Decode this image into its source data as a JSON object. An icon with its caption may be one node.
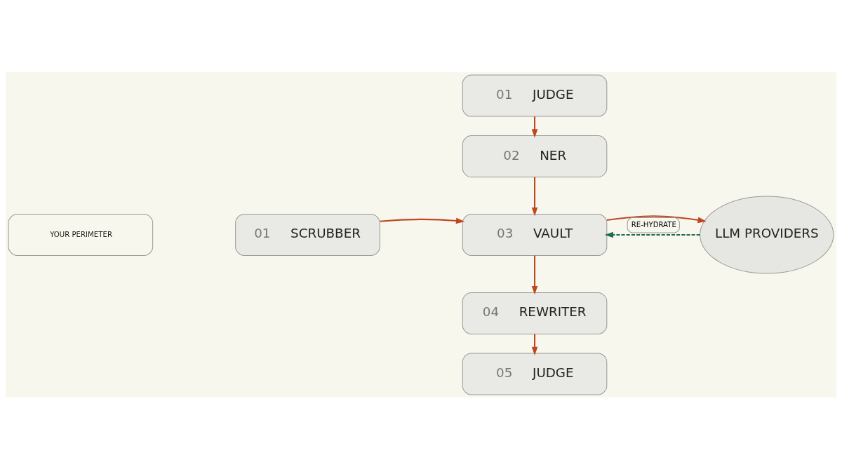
{
  "diagram": {
    "nodes": [
      {
        "text": [
          "YOUR PERIMETER"
        ]
      },
      {
        "text": [
          "01",
          "SCRUBBER"
        ]
      },
      {
        "text": [
          "01",
          "JUDGE"
        ]
      },
      {
        "text": [
          "02",
          "NER"
        ]
      },
      {
        "text": [
          "03",
          "VAULT"
        ]
      },
      {
        "text": [
          "04",
          "REWRITER"
        ]
      },
      {
        "text": [
          "05",
          "JUDGE"
        ]
      },
      {
        "text": [
          "LLM PROVIDERS"
        ]
      }
    ],
    "edges": [
      {
        "from": 2,
        "to": 3,
        "arrow": "to"
      },
      {
        "from": 3,
        "to": 4,
        "arrow": "to"
      },
      {
        "from": 1,
        "to": 4,
        "arrow": "to"
      },
      {
        "from": 4,
        "to": 5,
        "arrow": "to"
      },
      {
        "from": 5,
        "to": 6,
        "arrow": "to"
      },
      {
        "from": 4,
        "to": 7,
        "arrow": "to"
      },
      {
        "from": 7,
        "to": 4,
        "arrow": "to",
        "label": "RE-HYDRATE",
        "style": "dashed",
        "color": "#1f6b55"
      }
    ]
  }
}
